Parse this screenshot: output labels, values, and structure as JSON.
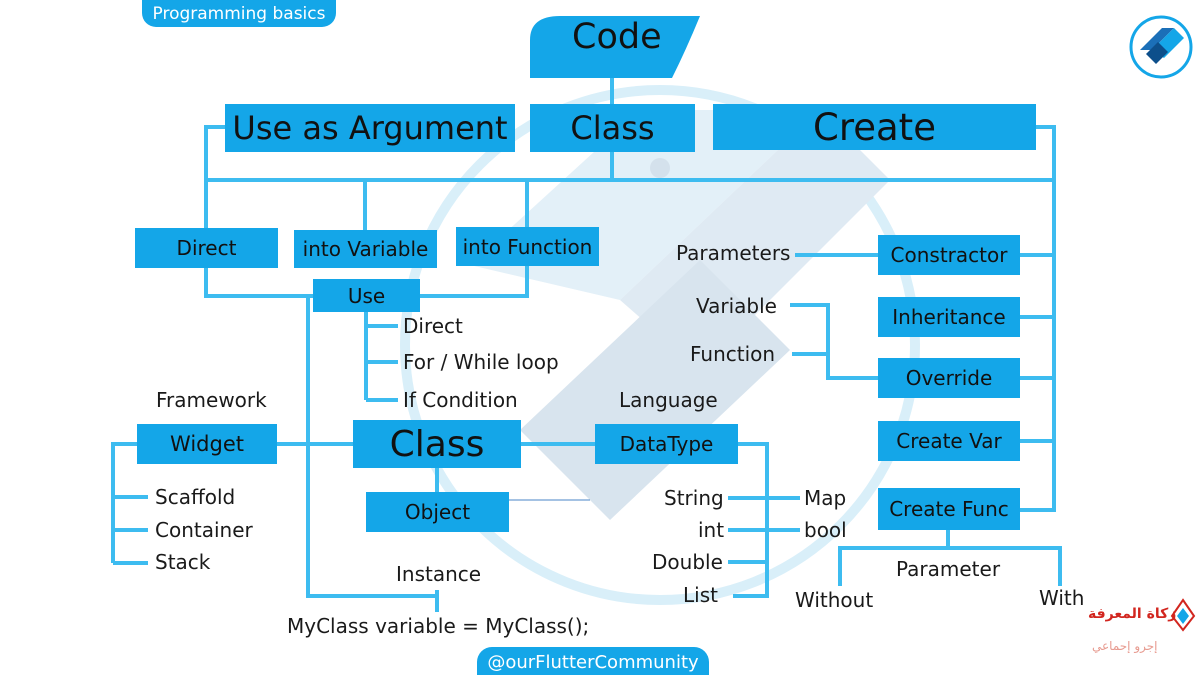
{
  "header": {
    "tag": "Programming basics",
    "title": "Code",
    "footer": "@ourFlutterCommunity"
  },
  "brand": {
    "arabic_line1": "زكاة المعرفة",
    "arabic_line2": "إجرو إحماعي"
  },
  "colors": {
    "primary": "#14a6e8",
    "connector": "#3dbcf0",
    "watermark": "#d9eff9",
    "text": "#1a1a1a"
  },
  "nodes": {
    "use_as_argument": "Use as Argument",
    "class_top": "Class",
    "create": "Create",
    "direct": "Direct",
    "into_variable": "into Variable",
    "into_function": "into Function",
    "use": "Use",
    "constructor": "Constractor",
    "inheritance": "Inheritance",
    "override": "Override",
    "create_var": "Create Var",
    "create_func": "Create Func",
    "widget": "Widget",
    "class_center": "Class",
    "datatype": "DataType",
    "object": "Object"
  },
  "labels": {
    "use_direct": "Direct",
    "for_while": "For / While loop",
    "if_condition": "If Condition",
    "parameters": "Parameters",
    "variable": "Variable",
    "function": "Function",
    "framework": "Framework",
    "language": "Language",
    "scaffold": "Scaffold",
    "container": "Container",
    "stack": "Stack",
    "instance": "Instance",
    "code_line": "MyClass variable = MyClass();",
    "string": "String",
    "int": "int",
    "double": "Double",
    "list": "List",
    "map": "Map",
    "bool": "bool",
    "parameter": "Parameter",
    "without": "Without",
    "with": "With"
  }
}
